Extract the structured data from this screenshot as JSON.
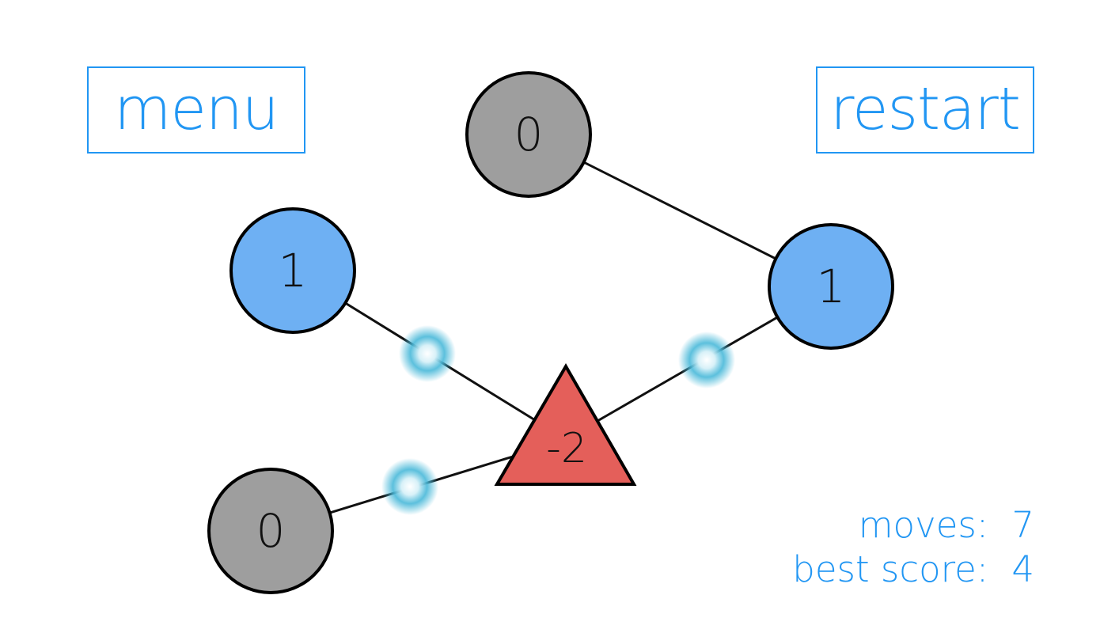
{
  "buttons": {
    "menu_label": "menu",
    "restart_label": "restart"
  },
  "stats": {
    "moves_label": "moves:",
    "moves_value": "7",
    "best_label": "best score:",
    "best_value": "4"
  },
  "colors": {
    "accent": "#2196f3",
    "node_zero": "#9e9e9e",
    "node_positive": "#6eb0f3",
    "node_negative": "#e45f5a",
    "edge": "#111111",
    "glow": "#4ab9d9"
  },
  "nodes": [
    {
      "id": "top-center",
      "value": "0",
      "kind": "zero",
      "shape": "circle"
    },
    {
      "id": "left",
      "value": "1",
      "kind": "positive",
      "shape": "circle"
    },
    {
      "id": "right",
      "value": "1",
      "kind": "positive",
      "shape": "circle"
    },
    {
      "id": "bottom-left",
      "value": "0",
      "kind": "zero",
      "shape": "circle"
    },
    {
      "id": "center",
      "value": "-2",
      "kind": "negative",
      "shape": "triangle"
    }
  ],
  "edges": [
    {
      "from": "top-center",
      "to": "right",
      "glow": false
    },
    {
      "from": "left",
      "to": "center",
      "glow": true
    },
    {
      "from": "right",
      "to": "center",
      "glow": true
    },
    {
      "from": "bottom-left",
      "to": "center",
      "glow": true
    }
  ]
}
